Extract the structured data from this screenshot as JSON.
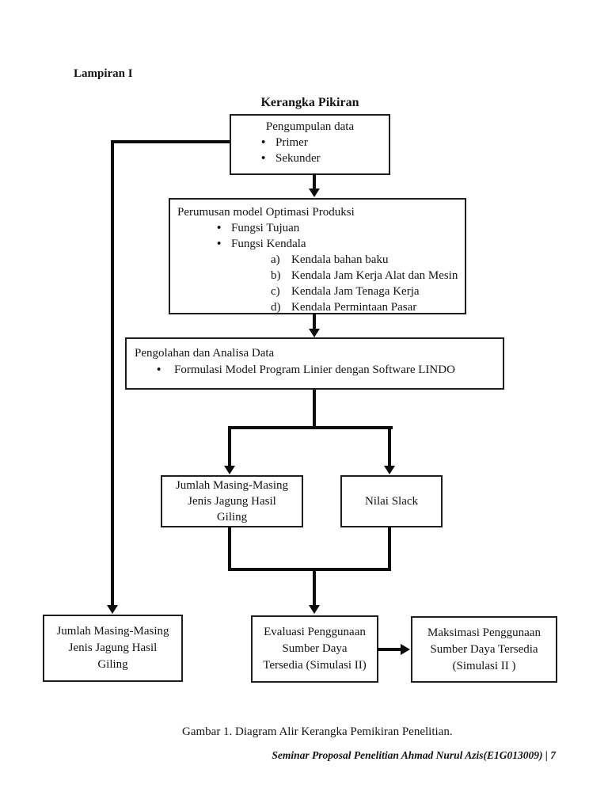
{
  "page": {
    "lampiran_label": "Lampiran I",
    "diagram_title": "Kerangka Pikiran",
    "caption": "Gambar 1. Diagram Alir Kerangka Pemikiran Penelitian.",
    "footer": "Seminar Proposal Penelitian  Ahmad Nurul Azis(E1G013009)  | 7"
  },
  "flowchart": {
    "colors": {
      "line": "#0d0d0d",
      "border": "#1f1f1f",
      "background": "#ffffff",
      "text": "#141414"
    },
    "nodes": {
      "pengumpulan": {
        "title": "Pengumpulan data",
        "bullets": [
          "Primer",
          "Sekunder"
        ]
      },
      "perumusan": {
        "title": "Perumusan model Optimasi Produksi",
        "bullets": [
          "Fungsi Tujuan",
          "Fungsi Kendala"
        ],
        "sub_items": [
          {
            "marker": "a)",
            "text": "Kendala bahan baku"
          },
          {
            "marker": "b)",
            "text": "Kendala Jam Kerja Alat dan Mesin"
          },
          {
            "marker": "c)",
            "text": "Kendala Jam Tenaga Kerja"
          },
          {
            "marker": "d)",
            "text": "Kendala Permintaan Pasar"
          }
        ]
      },
      "pengolahan": {
        "title": "Pengolahan  dan Analisa Data",
        "bullets": [
          "Formulasi Model Program Linier dengan Software LINDO"
        ]
      },
      "jumlah_mid": {
        "lines": [
          "Jumlah Masing-Masing",
          "Jenis Jagung Hasil",
          "Giling"
        ]
      },
      "nilai_slack": {
        "lines": [
          "Nilai Slack"
        ]
      },
      "jumlah_bottom": {
        "lines": [
          "Jumlah Masing-Masing",
          "Jenis Jagung Hasil",
          "Giling"
        ]
      },
      "evaluasi": {
        "lines": [
          "Evaluasi Penggunaan",
          "Sumber Daya",
          "Tersedia (Simulasi II)"
        ]
      },
      "maksimasi": {
        "lines": [
          "Maksimasi Penggunaan",
          "Sumber Daya Tersedia",
          "(Simulasi II )"
        ]
      }
    }
  }
}
